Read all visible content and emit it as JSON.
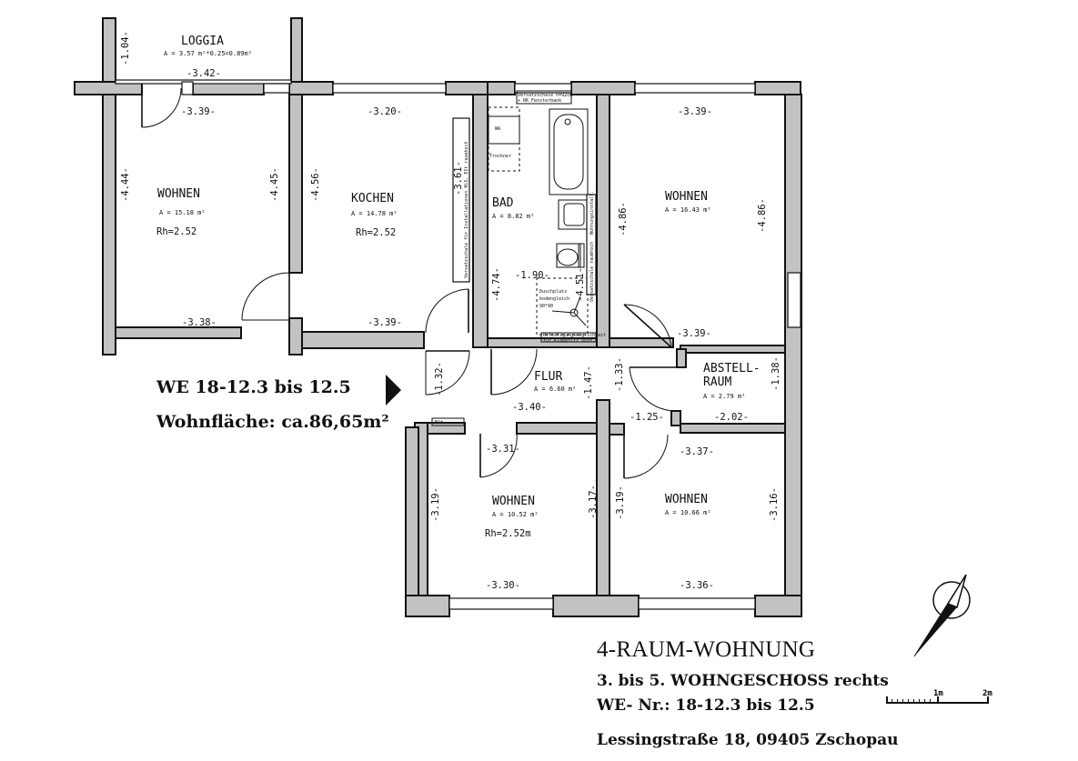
{
  "heading": {
    "unit_range": "WE 18-12.3 bis 12.5",
    "living_area": "Wohnfläche: ca.86,65m²"
  },
  "title_block": {
    "apartment_type": "4-RAUM-WOHNUNG",
    "floors": "3. bis 5. WOHNGESCHOSS rechts",
    "unit_numbers": "WE- Nr.: 18-12.3 bis 12.5",
    "address": "Lessingstraße 18, 09405 Zschopau"
  },
  "scale_bar": {
    "label_1m": "1m",
    "label_2m": "2m"
  },
  "rooms": {
    "loggia": {
      "name": "LOGGIA",
      "area": "A = 3.57 m²*0.25=0.89m²"
    },
    "wohnen_nw": {
      "name": "WOHNEN",
      "area": "A = 15.18 m²",
      "height": "Rh=2.52"
    },
    "kochen": {
      "name": "KOCHEN",
      "area": "A = 14.78 m²",
      "height": "Rh=2.52"
    },
    "bad": {
      "name": "BAD",
      "area": "A = 8.82 m²"
    },
    "wohnen_ne": {
      "name": "WOHNEN",
      "area": "A = 16.43 m²"
    },
    "flur": {
      "name": "FLUR",
      "area": "A = 6.60 m²"
    },
    "abstell": {
      "name_line1": "ABSTELL-",
      "name_line2": "RAUM",
      "area": "A = 2.79 m²"
    },
    "wohnen_sw": {
      "name": "WOHNEN",
      "area": "A = 10.52 m²",
      "height": "Rh=2.52m"
    },
    "wohnen_se": {
      "name": "WOHNEN",
      "area": "A = 10.66 m²"
    }
  },
  "bath_fixtures": {
    "wa": "WA",
    "trockner": "Trockner",
    "duschplatz": "Duschplatz",
    "duschplatz_2": "bodengleich",
    "duschplatz_3": "90*90",
    "befestigung": "Befestigungsmöglichkeit",
    "befestigung_2": "für Klappsitz vorh.",
    "versatz_top": "Versatzschale h=92cm",
    "versatz_top_2": "+ RK Fensterbank",
    "versatz_left": "Versatzschale für Installationen HLS, EIt raumhoch",
    "versatz_right": "Versatzschale raumhoch",
    "wohnung": "Wohnungsinstall.",
    "elt": "Elt"
  },
  "dimensions": {
    "loggia_depth": "-1.04-",
    "loggia_width": "-3.42-",
    "wnw_top": "-3.39-",
    "wnw_left": "-4.44-",
    "wnw_right": "-4.45-",
    "wnw_bottom": "-3.38-",
    "k_top": "-3.20-",
    "k_left": "-4.56-",
    "k_right": "-3.61-",
    "k_bottom": "-3.39-",
    "bad_width": "-1.90-",
    "bad_left": "-4.74-",
    "bad_right": "-4.51-",
    "wne_top": "-3.39-",
    "wne_left": "-4.86-",
    "wne_right": "-4.86-",
    "wne_bottom": "-3.39-",
    "flur_entry": "-1.32-",
    "flur_width": "-3.40-",
    "flur_right": "-1.47-",
    "ar_left": "-1.33-",
    "ar_door": "-1.25-",
    "ar_bottom": "-2.02-",
    "ar_right": "-1.38-",
    "wsw_top": "-3.31-",
    "wsw_left": "-3.19-",
    "wsw_right": "-3.17-",
    "wsw_bottom": "-3.30-",
    "wse_top": "-3.37-",
    "wse_left": "-3.19-",
    "wse_right": "-3.16-",
    "wse_bottom": "-3.36-"
  },
  "colors": {
    "wall_fill": "#c2c2c2",
    "line": "#111111"
  },
  "icons": {
    "north_arrow": "north-arrow-icon",
    "entrance_arrow": "entrance-arrow-icon"
  }
}
